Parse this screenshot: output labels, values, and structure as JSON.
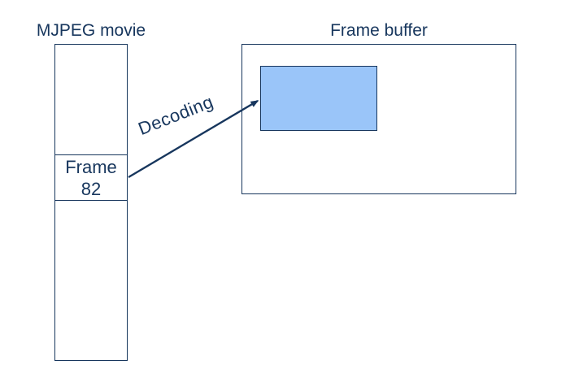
{
  "diagram": {
    "mjpeg_title": "MJPEG movie",
    "frame_buffer_title": "Frame buffer",
    "frame_cell": {
      "line1": "Frame",
      "line2": "82"
    },
    "decoding_label": "Decoding"
  },
  "colors": {
    "ink": "#17365D",
    "frame_fill": "#9AC5F9",
    "background": "#FFFFFF"
  }
}
